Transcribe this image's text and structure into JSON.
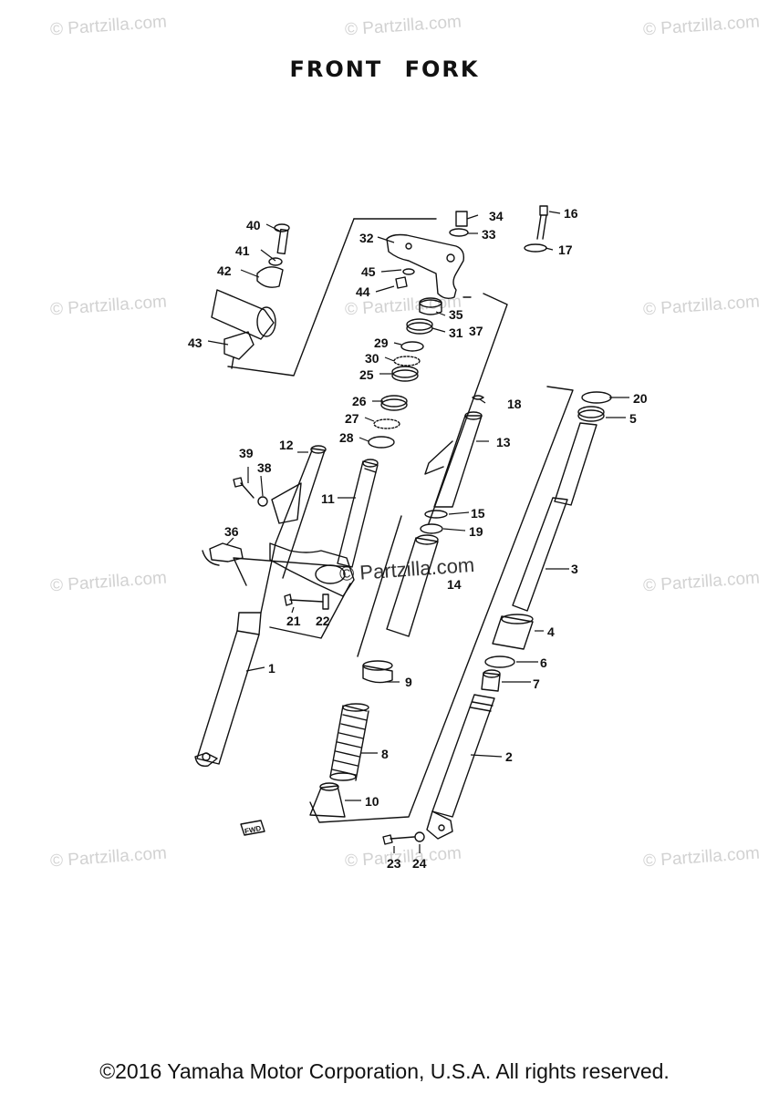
{
  "title": "FRONT FORK",
  "watermark": "© Partzilla.com",
  "watermark_center": "© Partzilla.com",
  "footer": "©2016 Yamaha Motor Corporation, U.S.A. All rights reserved.",
  "fwd_mark": "FWD",
  "callouts": [
    "1",
    "2",
    "3",
    "4",
    "5",
    "6",
    "7",
    "8",
    "9",
    "10",
    "11",
    "12",
    "13",
    "14",
    "15",
    "16",
    "17",
    "18",
    "19",
    "20",
    "21",
    "22",
    "23",
    "24",
    "25",
    "26",
    "27",
    "28",
    "29",
    "30",
    "31",
    "32",
    "33",
    "34",
    "35",
    "36",
    "37",
    "38",
    "39",
    "40",
    "41",
    "42",
    "43",
    "44",
    "45"
  ],
  "colors": {
    "ink": "#111111",
    "watermark": "#d2d2d2"
  }
}
